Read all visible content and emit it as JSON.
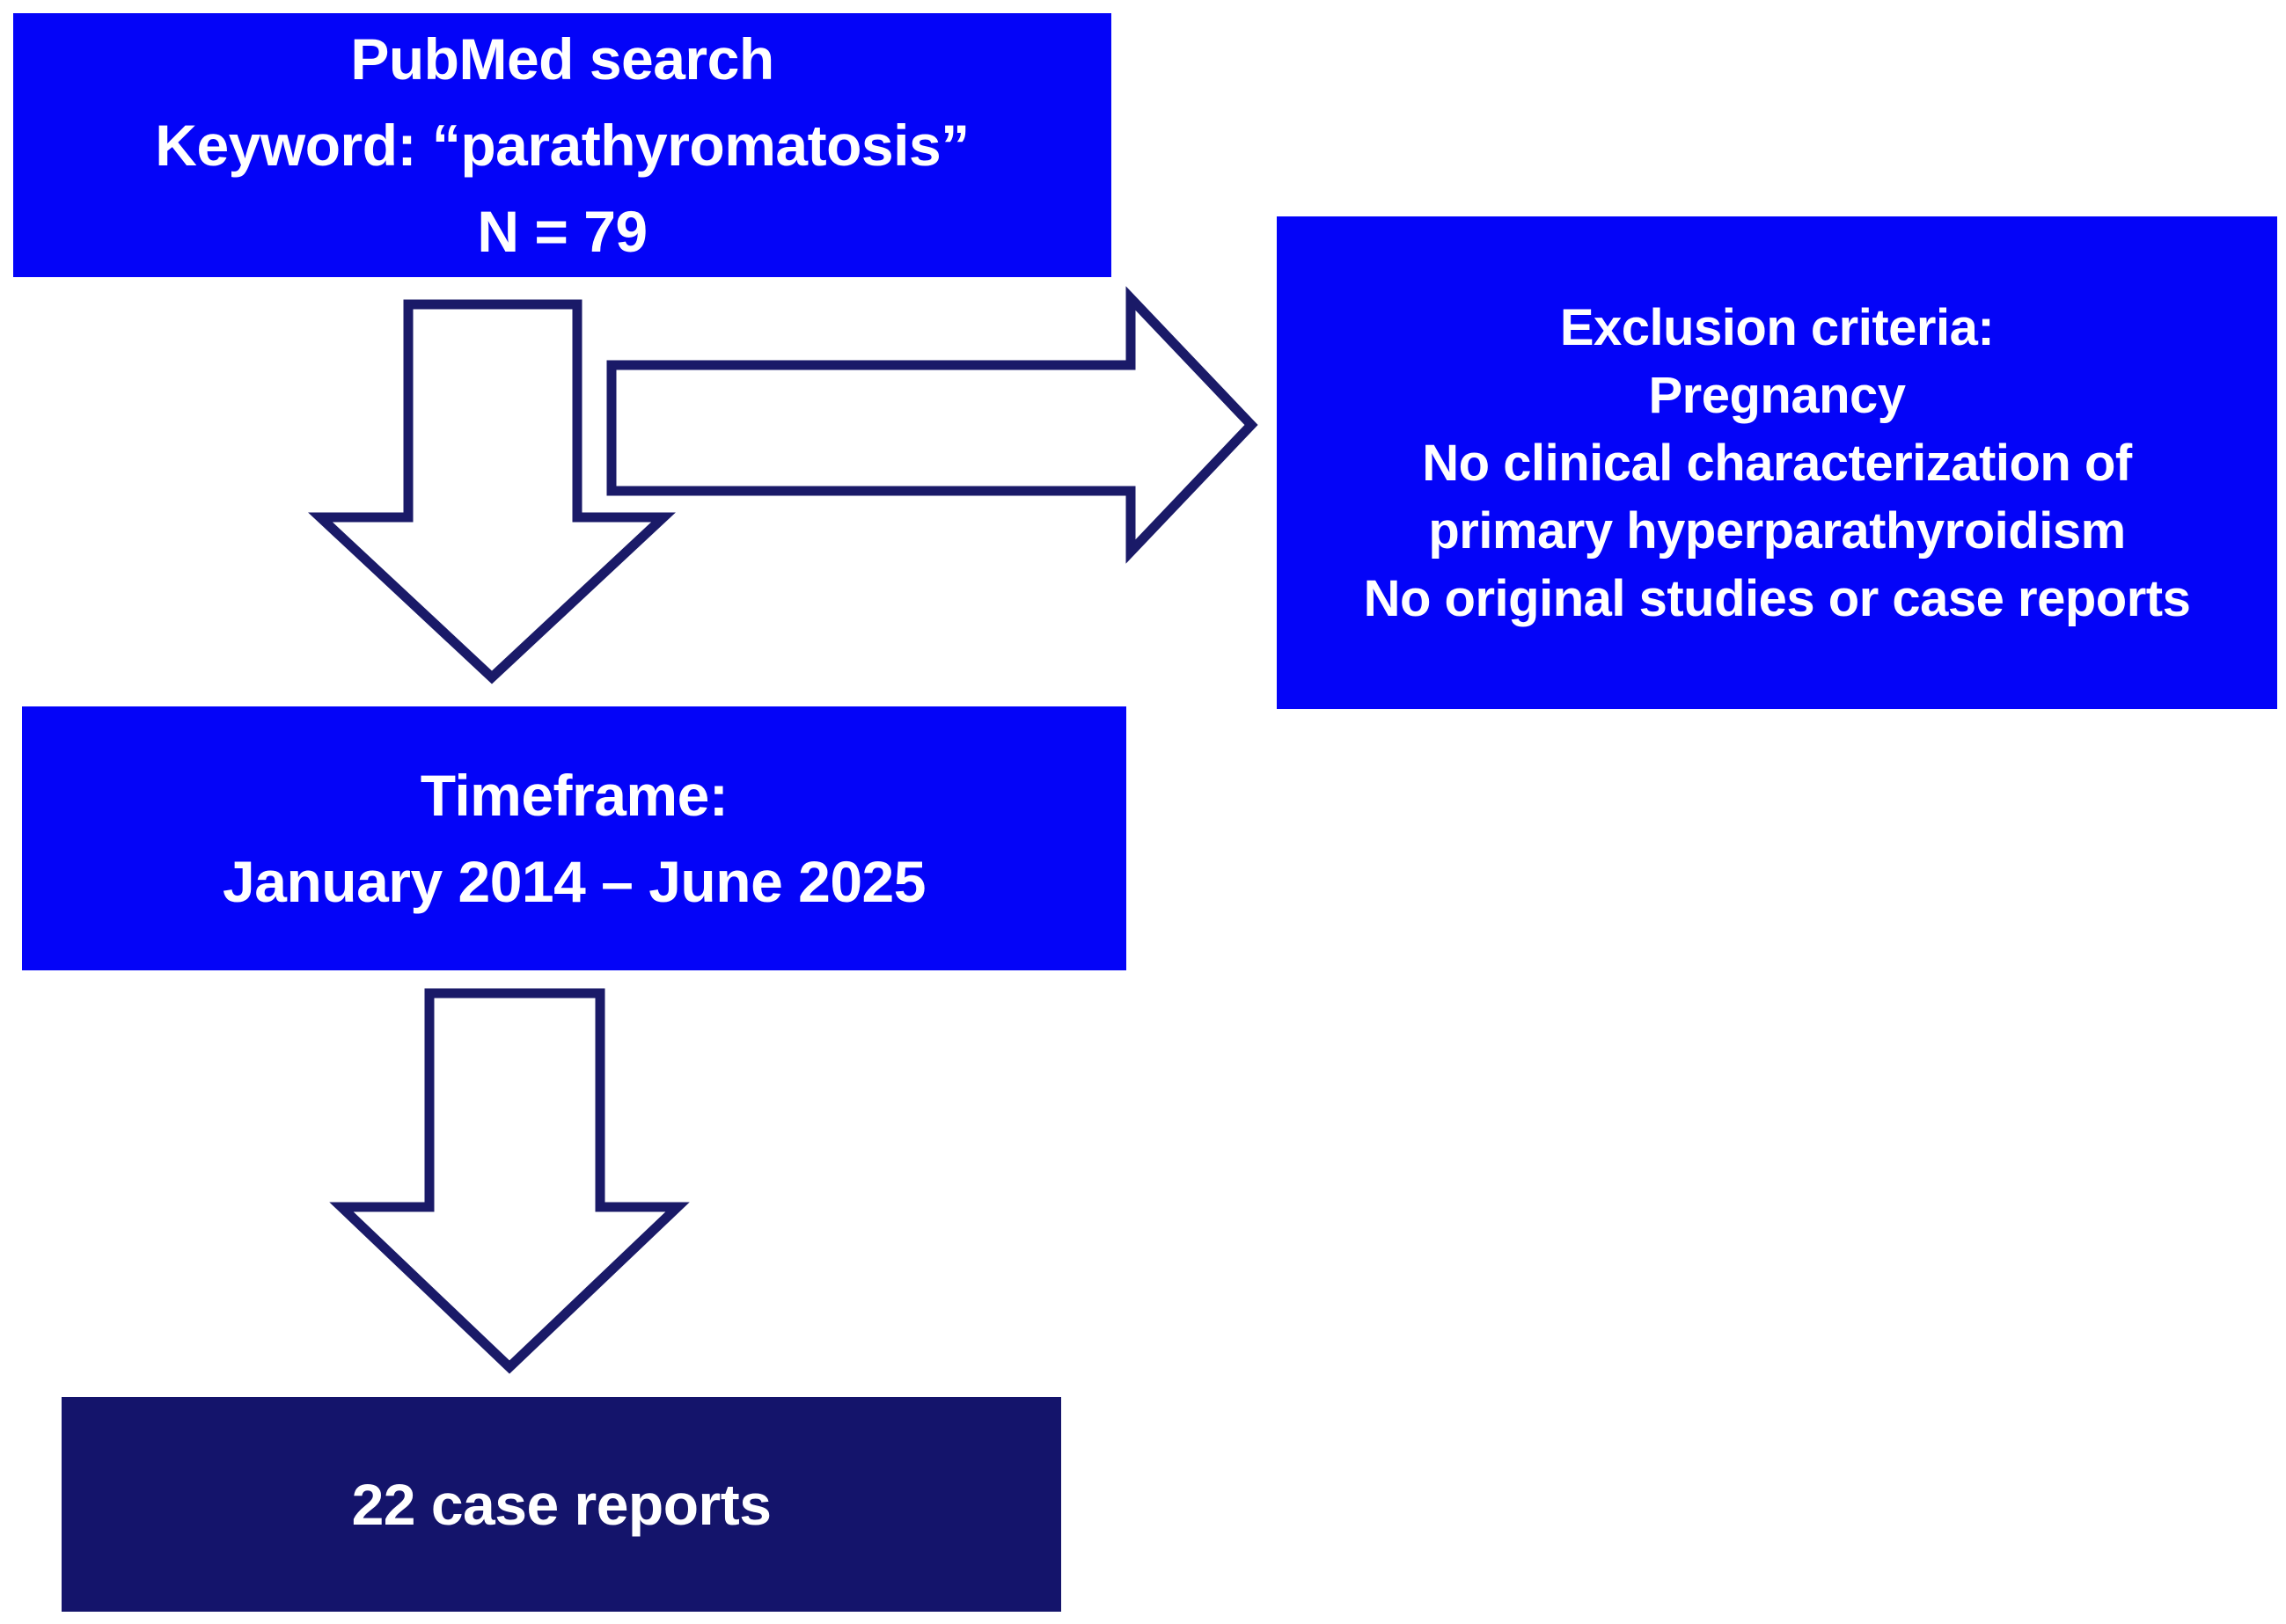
{
  "boxes": {
    "pubmed": {
      "lines": [
        "PubMed search",
        "Keyword: “parathyromatosis”",
        "N = 79"
      ]
    },
    "exclusion": {
      "lines": [
        "Exclusion criteria:",
        "Pregnancy",
        "No clinical characterization of",
        "primary hyperparathyroidism",
        "No original studies or case reports"
      ]
    },
    "timeframe": {
      "lines": [
        "Timeframe:",
        "January 2014 – June 2025"
      ]
    },
    "results": {
      "lines": [
        "22 case reports"
      ]
    }
  },
  "arrows": [
    {
      "name": "flow-arrow-down-1",
      "direction": "down",
      "from": "pubmed",
      "to": "timeframe"
    },
    {
      "name": "flow-arrow-right",
      "direction": "right",
      "from": "pubmed",
      "to": "exclusion"
    },
    {
      "name": "flow-arrow-down-2",
      "direction": "down",
      "from": "timeframe",
      "to": "results"
    }
  ],
  "colors": {
    "bright_blue": "#0404f8",
    "navy": "#14146b",
    "arrow_outline": "#1a1a68",
    "text": "#ffffff",
    "background": "#ffffff"
  }
}
